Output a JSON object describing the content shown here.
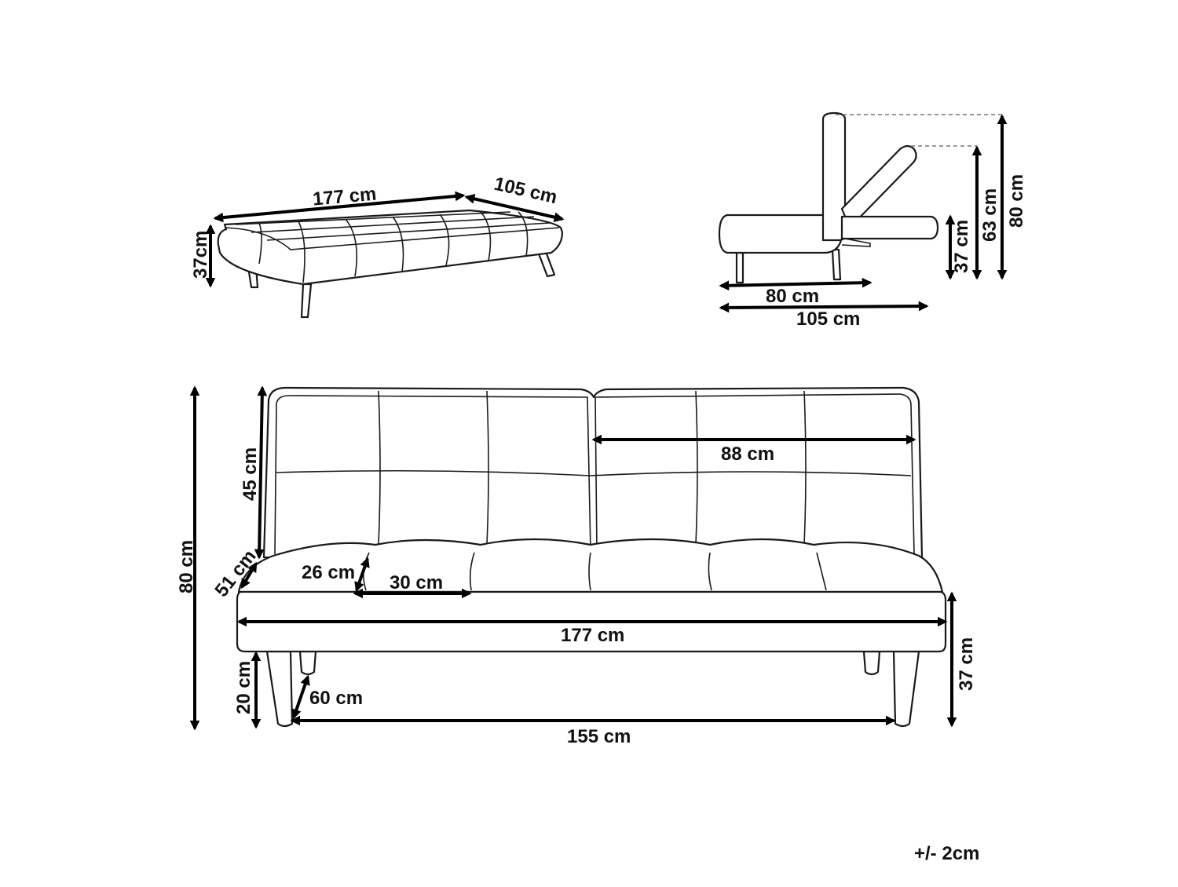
{
  "diagram": {
    "isometric_view": {
      "width_label": "177 cm",
      "depth_label": "105 cm",
      "seat_height_label": "37cm"
    },
    "side_view": {
      "seat_depth_label": "80 cm",
      "bed_depth_label": "105 cm",
      "seat_height_label": "37 cm",
      "reclined_height_label": "63 cm",
      "total_height_label": "80 cm"
    },
    "front_view": {
      "total_height_label": "80 cm",
      "back_height_label": "45 cm",
      "seat_depth_label": "51 cm",
      "cushion_height_label": "26 cm",
      "cushion_width_label": "30 cm",
      "back_half_width_label": "88 cm",
      "total_width_label": "177 cm",
      "seat_height_label": "37 cm",
      "leg_height_label": "20 cm",
      "leg_depth_label": "60 cm",
      "leg_span_label": "155 cm"
    },
    "tolerance_label": "+/- 2cm"
  }
}
